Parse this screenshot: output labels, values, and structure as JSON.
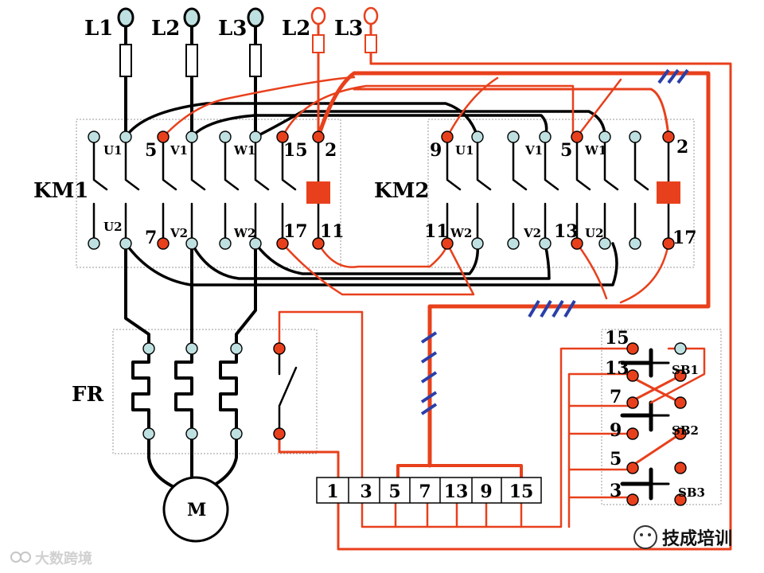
{
  "supply": {
    "l1": "L1",
    "l2": "L2",
    "l3": "L3",
    "ctrl_l2": "L2",
    "ctrl_l3": "L3"
  },
  "km1": {
    "name": "KM1",
    "top_terms": [
      "U1",
      "V1",
      "W1"
    ],
    "bottom_terms": [
      "U2",
      "V2",
      "W2"
    ],
    "nums": {
      "n5": "5",
      "n15": "15",
      "n2": "2",
      "n7": "7",
      "n17": "17",
      "n11": "11"
    }
  },
  "km2": {
    "name": "KM2",
    "top_terms": [
      "U1",
      "V1",
      "W1"
    ],
    "bottom_terms": [
      "W2",
      "V2",
      "U2"
    ],
    "nums": {
      "n9": "9",
      "n5": "5",
      "n2": "2",
      "n11": "11",
      "n13": "13",
      "n17": "17"
    }
  },
  "fr": {
    "name": "FR"
  },
  "motor": {
    "name": "M"
  },
  "terminal_block": [
    "1",
    "3",
    "5",
    "7",
    "13",
    "9",
    "15"
  ],
  "buttons": {
    "sb1": "SB1",
    "sb2": "SB2",
    "sb3": "SB3",
    "nums": {
      "n15": "15",
      "n13": "13",
      "n7": "7",
      "n9": "9",
      "n5": "5",
      "n3": "3"
    }
  },
  "watermarks": {
    "left": "大数跨境",
    "right": "技成培训"
  },
  "colors": {
    "power": "#000000",
    "control": "#e8401c",
    "hatch": "#2a3fa8",
    "terminal_fill": "#bfe0e0"
  }
}
